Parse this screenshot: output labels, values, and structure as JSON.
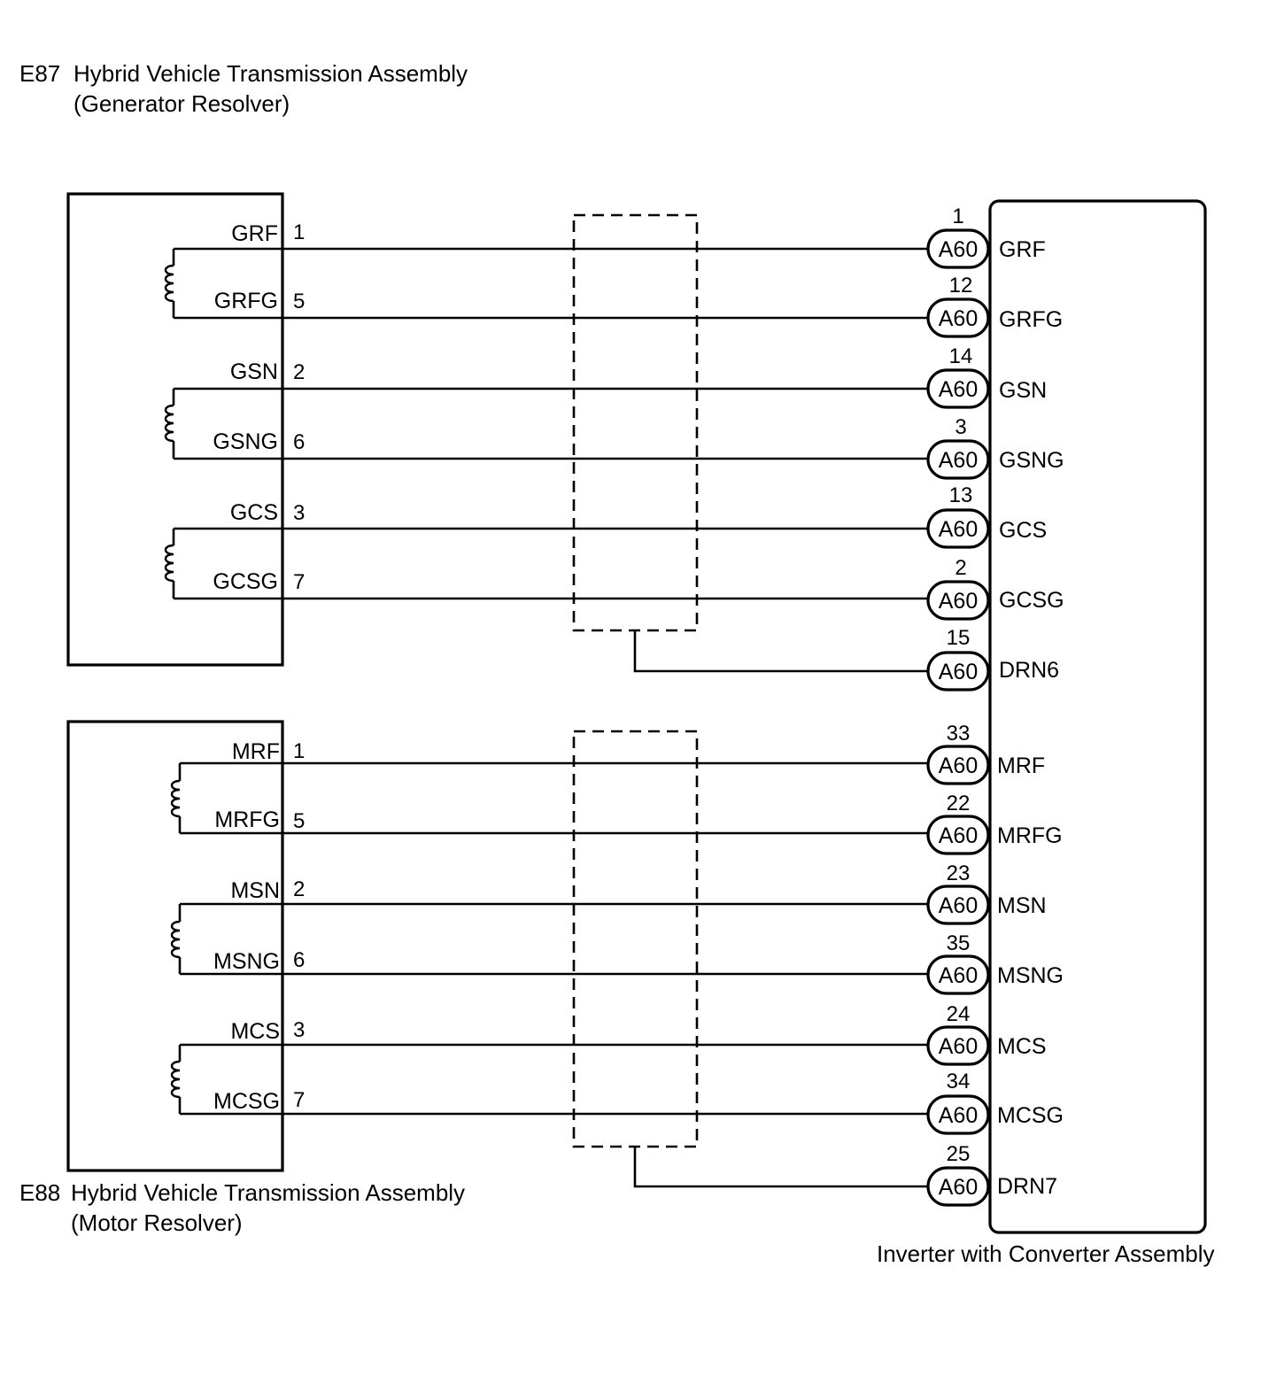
{
  "components": {
    "e87": {
      "code": "E87",
      "title": "Hybrid Vehicle Transmission Assembly",
      "subtitle": "(Generator Resolver)"
    },
    "e88": {
      "code": "E88",
      "title": "Hybrid Vehicle Transmission Assembly",
      "subtitle": "(Motor Resolver)"
    },
    "inverter": {
      "title": "Inverter with Converter Assembly"
    }
  },
  "connector_label": "A60",
  "generator_wires": [
    {
      "signal": "GRF",
      "pin": "1",
      "inverter_pin": "1",
      "inverter_signal": "GRF"
    },
    {
      "signal": "GRFG",
      "pin": "5",
      "inverter_pin": "12",
      "inverter_signal": "GRFG"
    },
    {
      "signal": "GSN",
      "pin": "2",
      "inverter_pin": "14",
      "inverter_signal": "GSN"
    },
    {
      "signal": "GSNG",
      "pin": "6",
      "inverter_pin": "3",
      "inverter_signal": "GSNG"
    },
    {
      "signal": "GCS",
      "pin": "3",
      "inverter_pin": "13",
      "inverter_signal": "GCS"
    },
    {
      "signal": "GCSG",
      "pin": "7",
      "inverter_pin": "2",
      "inverter_signal": "GCSG"
    }
  ],
  "generator_drain": {
    "inverter_pin": "15",
    "inverter_signal": "DRN6"
  },
  "motor_wires": [
    {
      "signal": "MRF",
      "pin": "1",
      "inverter_pin": "33",
      "inverter_signal": "MRF"
    },
    {
      "signal": "MRFG",
      "pin": "5",
      "inverter_pin": "22",
      "inverter_signal": "MRFG"
    },
    {
      "signal": "MSN",
      "pin": "2",
      "inverter_pin": "23",
      "inverter_signal": "MSN"
    },
    {
      "signal": "MSNG",
      "pin": "6",
      "inverter_pin": "35",
      "inverter_signal": "MSNG"
    },
    {
      "signal": "MCS",
      "pin": "3",
      "inverter_pin": "24",
      "inverter_signal": "MCS"
    },
    {
      "signal": "MCSG",
      "pin": "7",
      "inverter_pin": "34",
      "inverter_signal": "MCSG"
    }
  ],
  "motor_drain": {
    "inverter_pin": "25",
    "inverter_signal": "DRN7"
  }
}
